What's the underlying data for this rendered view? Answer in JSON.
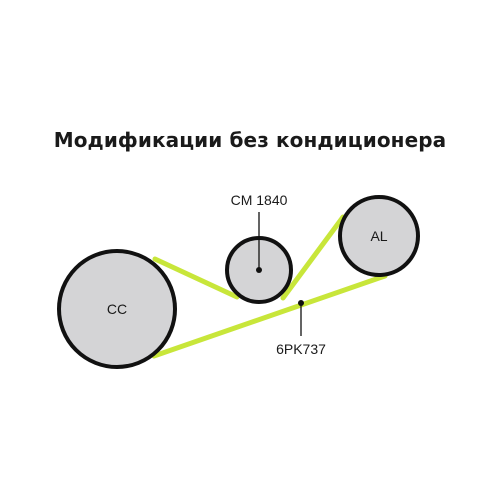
{
  "title": "Модификации без кондиционера",
  "colors": {
    "belt": "#c8e63a",
    "pulley_fill": "#d4d4d6",
    "pulley_stroke": "#111111",
    "text": "#1a1a1a"
  },
  "pulleys": {
    "cc": {
      "label": "CC"
    },
    "tensioner": {
      "label": "CM 1840"
    },
    "alternator": {
      "label": "AL"
    }
  },
  "belt": {
    "label": "6PK737"
  }
}
